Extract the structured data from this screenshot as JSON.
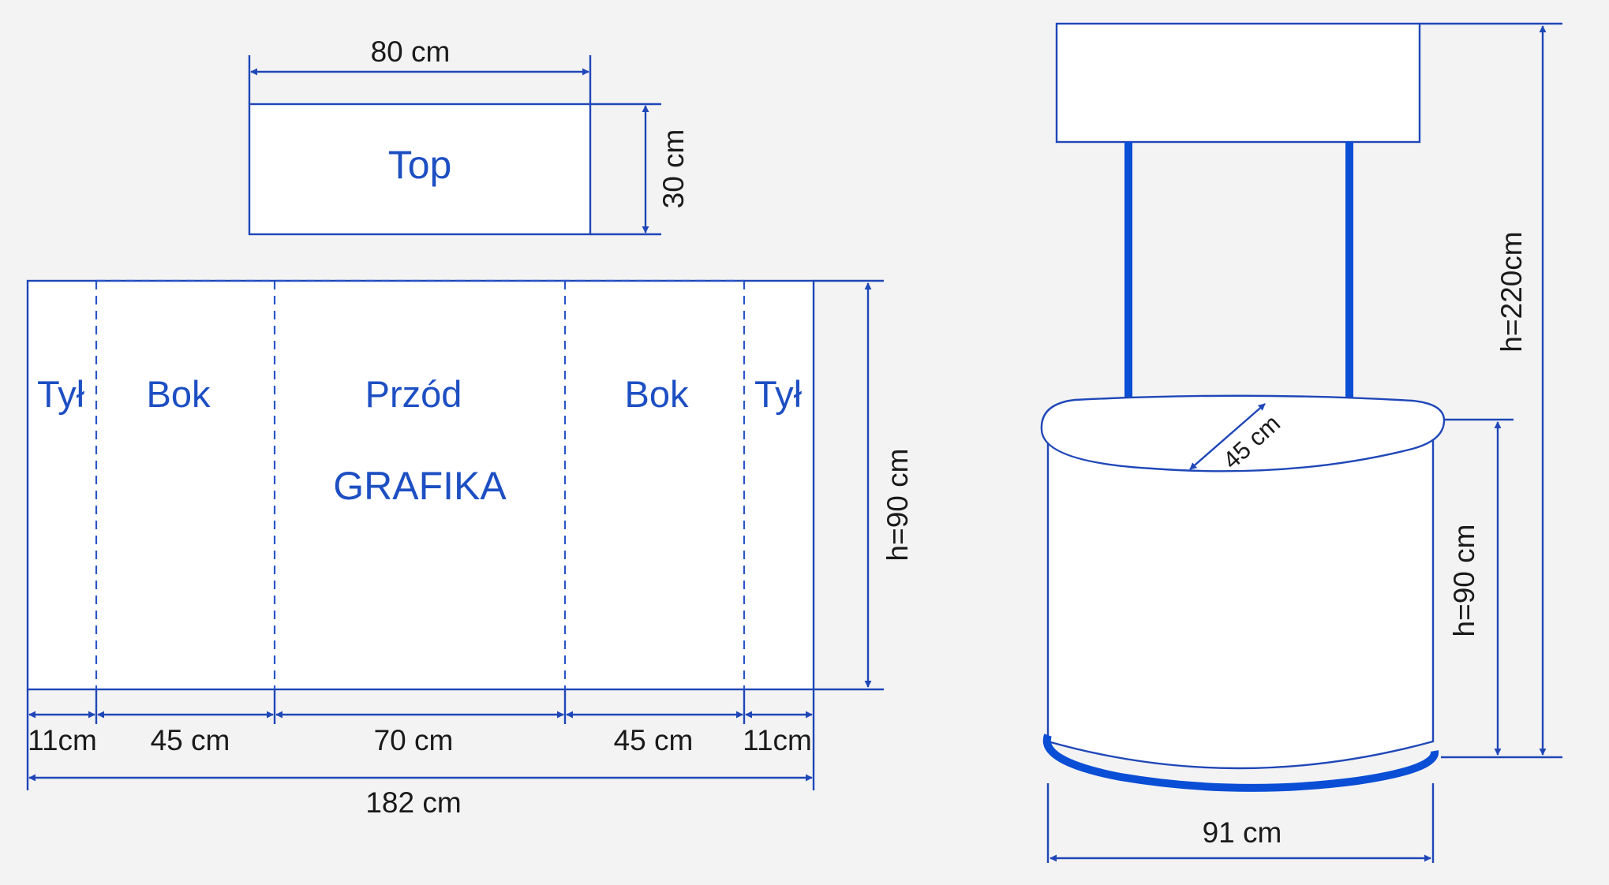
{
  "colors": {
    "accent": "#1d4fc3",
    "line": "#1f47b8",
    "background": "#f3f3f3"
  },
  "top_panel": {
    "label": "Top",
    "width": "80 cm",
    "height": "30 cm"
  },
  "flat_panel": {
    "sections": [
      "Tył",
      "Bok",
      "Przód",
      "Bok",
      "Tył"
    ],
    "graphic_label": "GRAFIKA",
    "segment_widths": [
      "11cm",
      "45 cm",
      "70 cm",
      "45 cm",
      "11cm"
    ],
    "total_width": "182 cm",
    "height": "h=90 cm"
  },
  "counter": {
    "total_height": "h=220cm",
    "body_height": "h=90 cm",
    "depth": "45 cm",
    "width": "91 cm"
  }
}
